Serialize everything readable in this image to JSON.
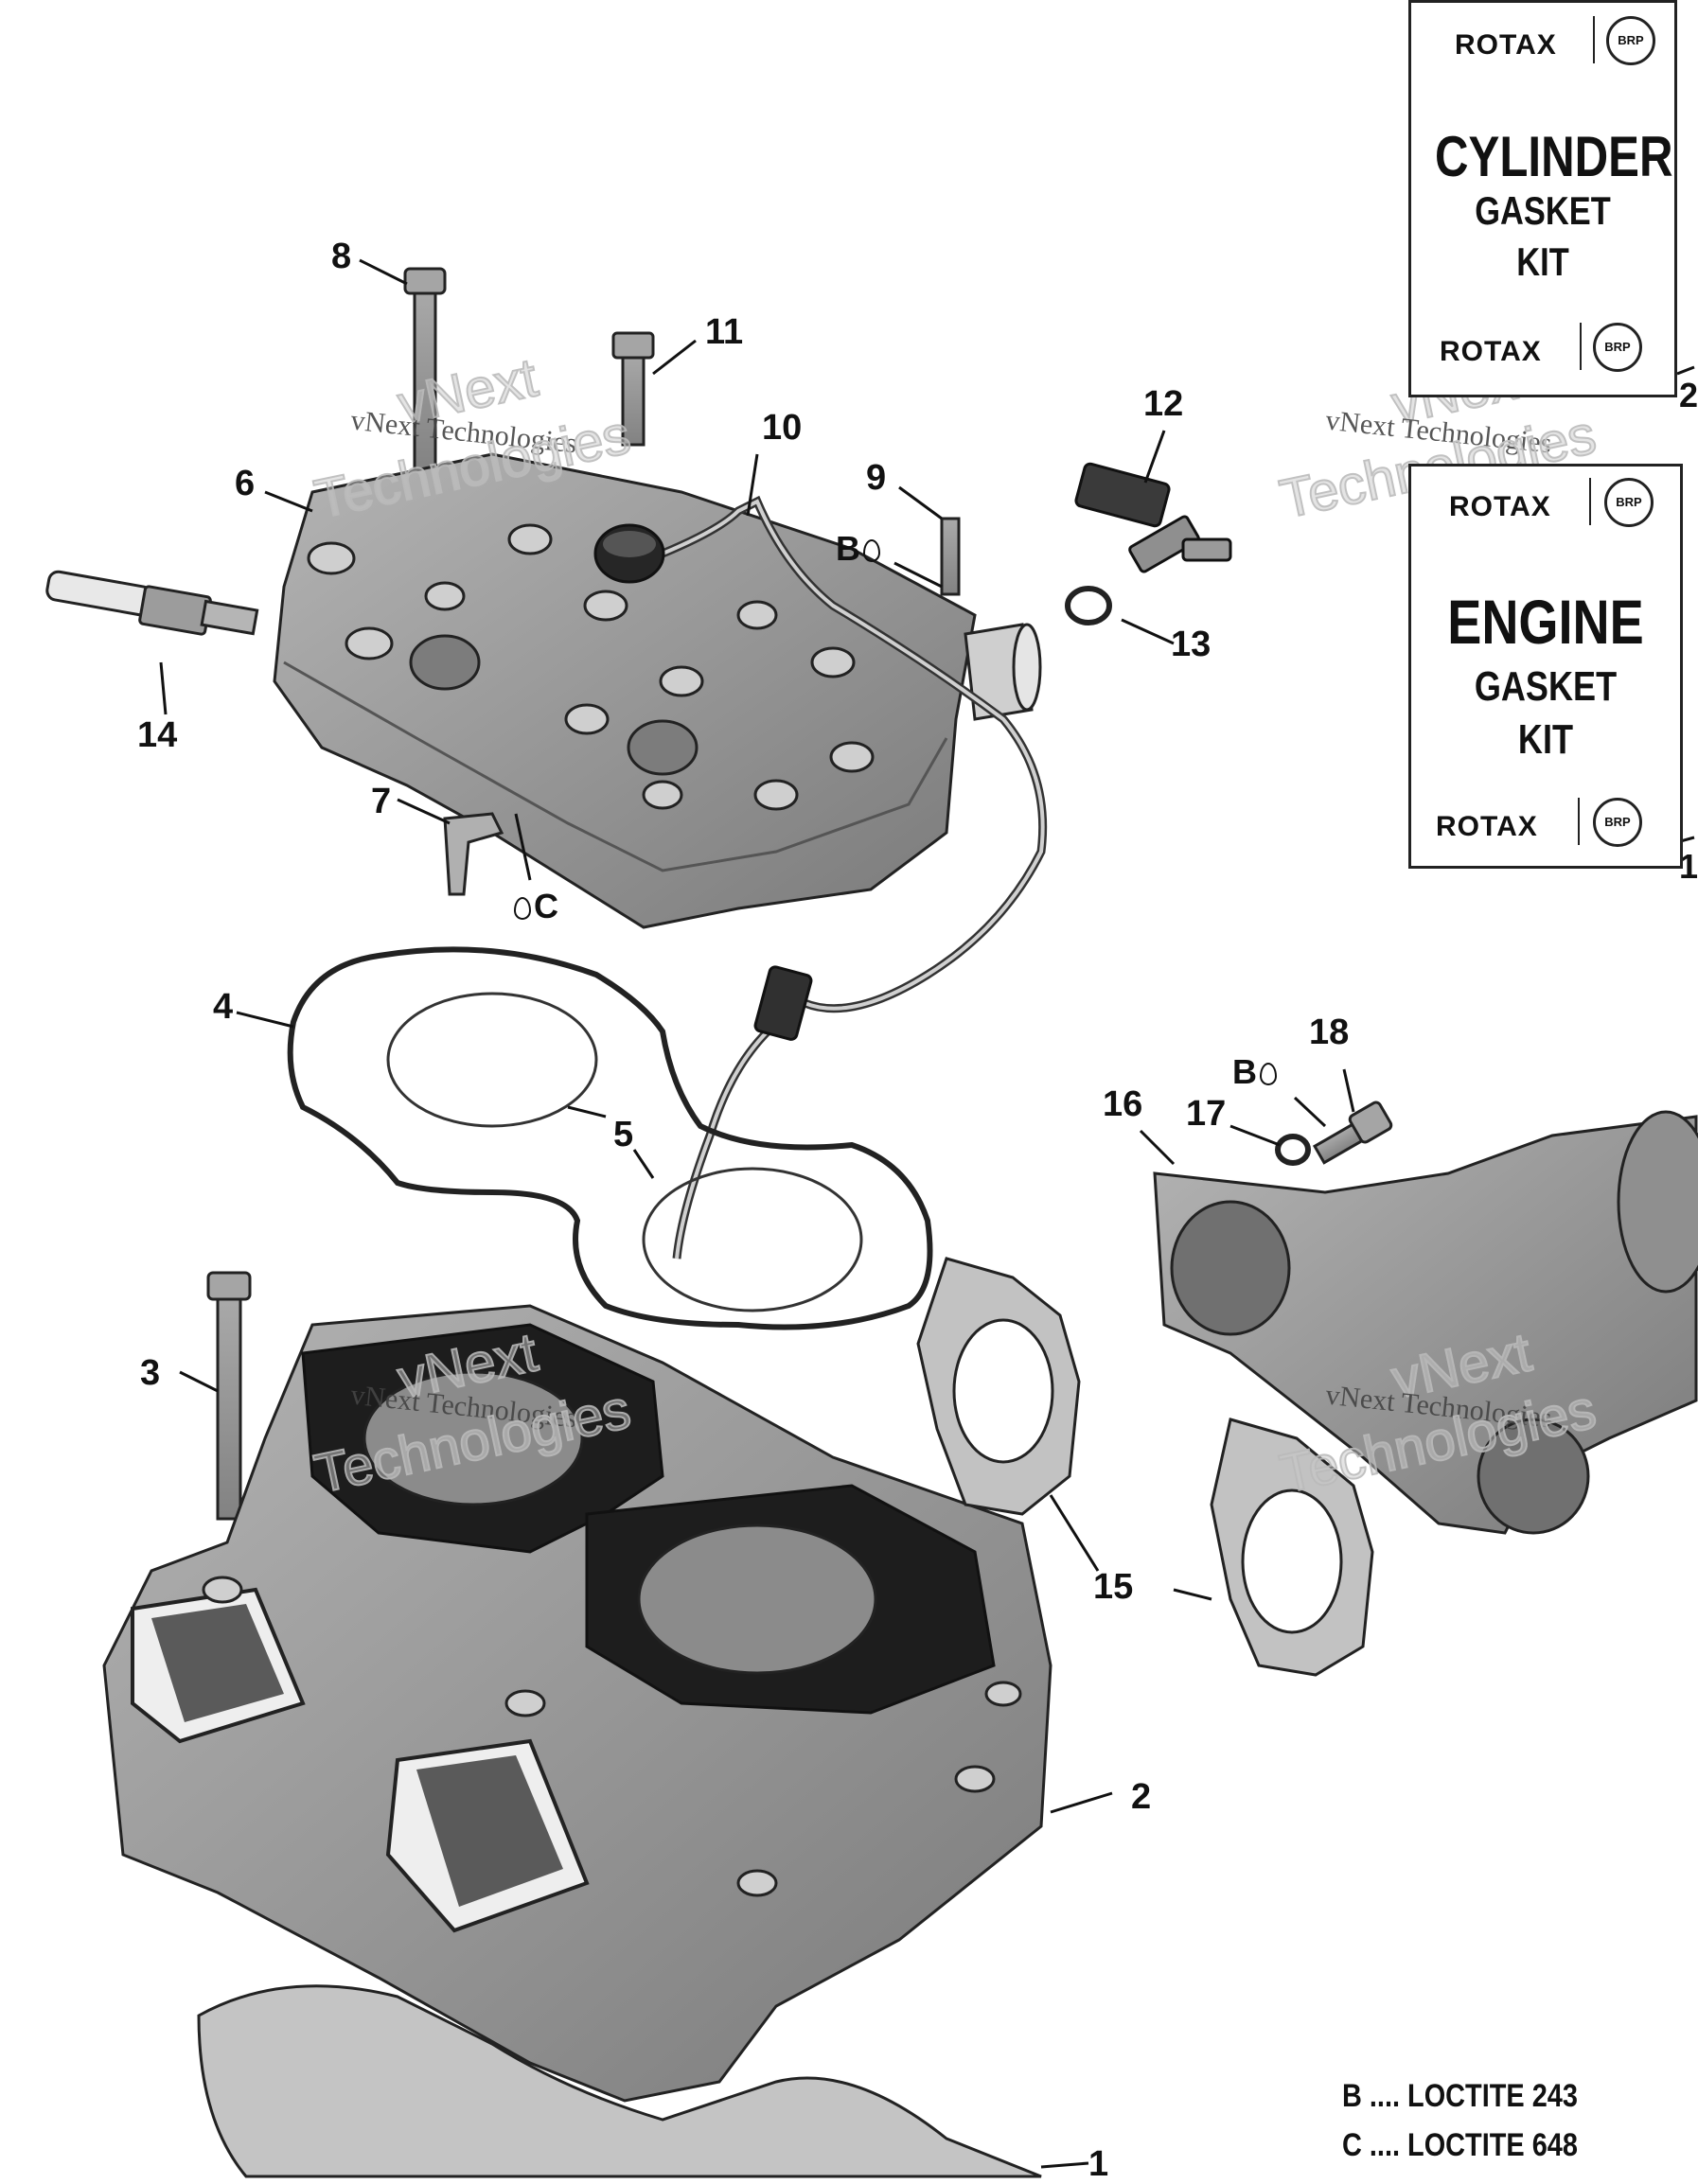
{
  "callouts": {
    "c1": "1",
    "c2": "2",
    "c3": "3",
    "c4": "4",
    "c5": "5",
    "c6": "6",
    "c7": "7",
    "c8": "8",
    "c9": "9",
    "c10": "10",
    "c11": "11",
    "c12": "12",
    "c13": "13",
    "c14": "14",
    "c15": "15",
    "c16": "16",
    "c17": "17",
    "c18": "18",
    "kit_top_edge": "2",
    "kit_bottom_edge": "1"
  },
  "agent_marks": {
    "b_near_9": "B",
    "c_near_7": "C",
    "b_near_17": "B"
  },
  "kits": {
    "cylinder": {
      "brand": "ROTAX",
      "badge": "BRP",
      "line1": "CYLINDER",
      "line2": "GASKET",
      "line3": "KIT"
    },
    "engine": {
      "brand": "ROTAX",
      "badge": "BRP",
      "line1": "ENGINE",
      "line2": "GASKET",
      "line3": "KIT"
    }
  },
  "legend": {
    "b": "B .... LOCTITE 243",
    "c": "C .... LOCTITE 648"
  },
  "watermark": {
    "line1": "vNext Technologies",
    "big1": "vNext",
    "big2": "Technologies"
  },
  "colors": {
    "ink": "#111111",
    "part_fill": "#9a9a9a",
    "part_dark": "#6e6e6e",
    "gasket_fill": "#bdbdbd"
  }
}
